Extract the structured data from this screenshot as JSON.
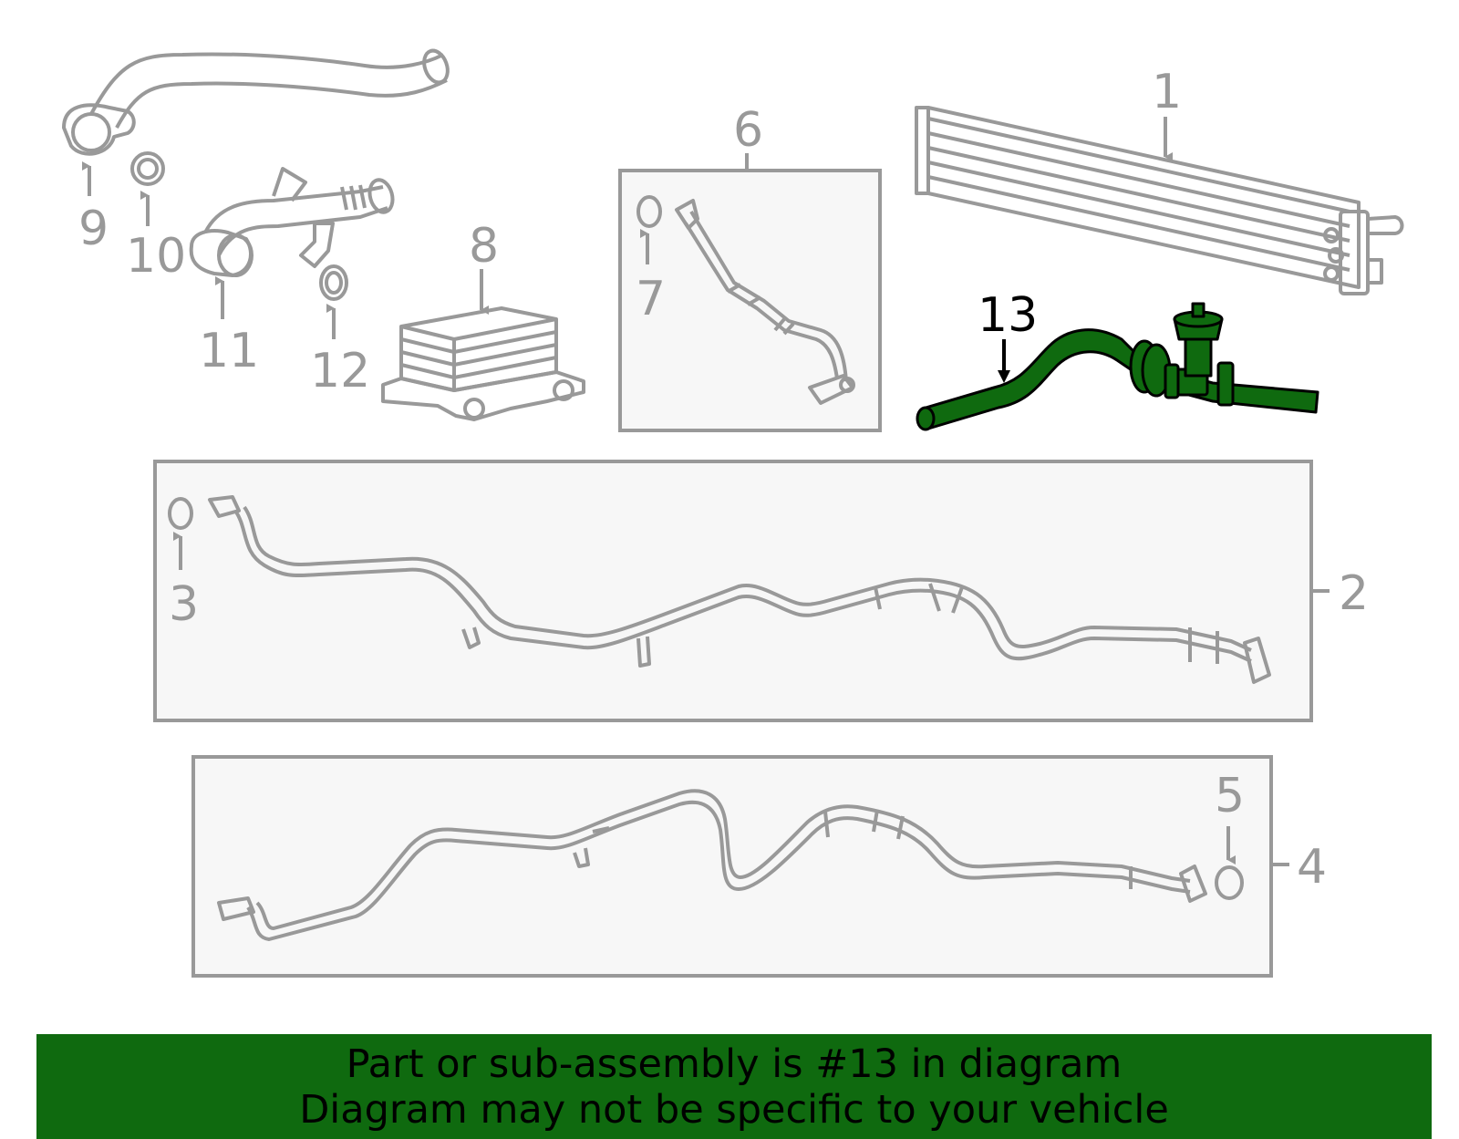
{
  "colors": {
    "part_outline": "#999999",
    "box_fill": "#f7f7f7",
    "highlight": "#0f6a0f",
    "banner_bg": "#0f6a0f",
    "banner_text": "#000000",
    "label_default": "#999999",
    "label_highlight": "#000000"
  },
  "callouts": {
    "c1": "1",
    "c2": "2",
    "c3": "3",
    "c4": "4",
    "c5": "5",
    "c6": "6",
    "c7": "7",
    "c8": "8",
    "c9": "9",
    "c10": "10",
    "c11": "11",
    "c12": "12",
    "c13": "13"
  },
  "highlighted_part": "13",
  "banner": {
    "line1": "Part or sub-assembly is #13 in diagram",
    "line2": "Diagram may not be specific to your vehicle"
  }
}
